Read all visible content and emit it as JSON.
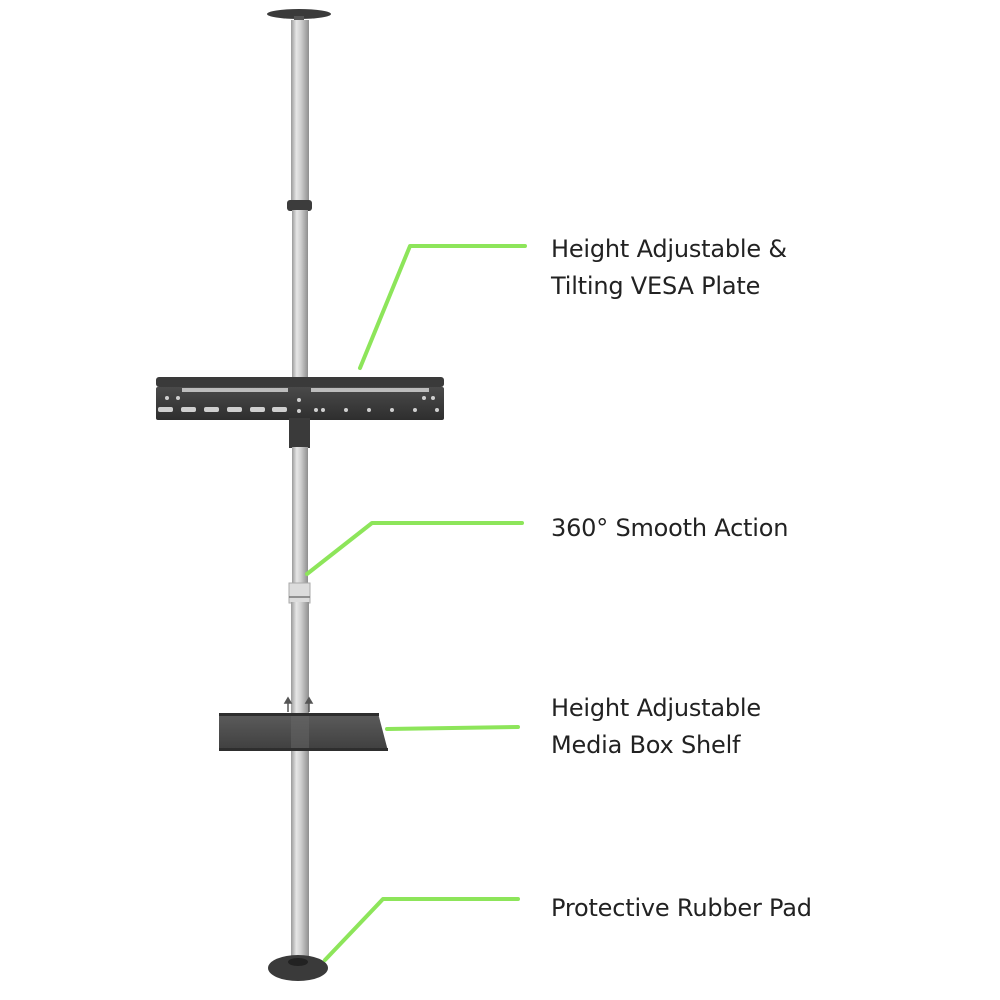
{
  "diagram": {
    "subject": "Floor-to-ceiling TV pole mount",
    "callout_color": "#8de55a",
    "callouts": [
      {
        "id": "vesa-plate",
        "lines": [
          "Height Adjustable &",
          "Tilting VESA Plate"
        ]
      },
      {
        "id": "smooth-action",
        "lines": [
          "360° Smooth Action"
        ]
      },
      {
        "id": "media-shelf",
        "lines": [
          "Height Adjustable",
          "Media Box Shelf"
        ]
      },
      {
        "id": "rubber-pad",
        "lines": [
          "Protective Rubber Pad"
        ]
      }
    ]
  }
}
